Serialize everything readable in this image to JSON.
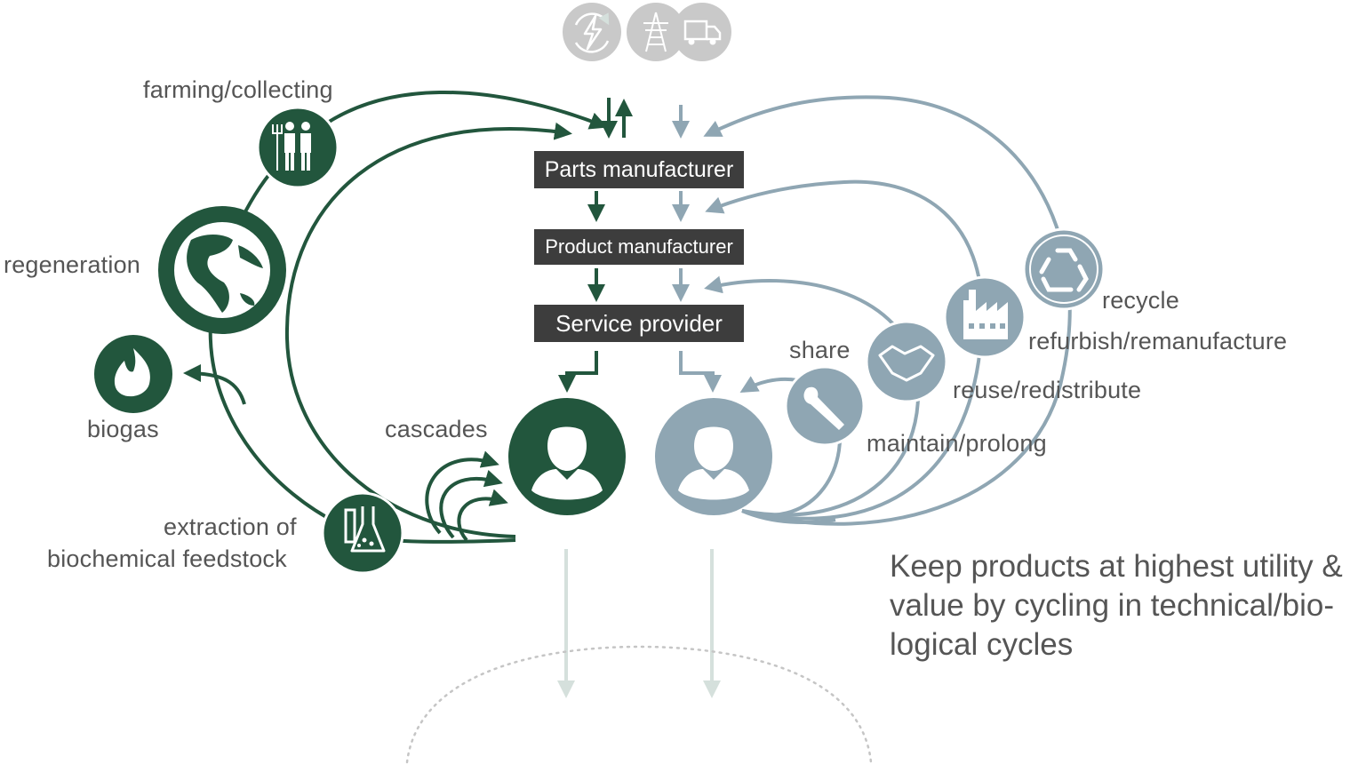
{
  "colors": {
    "bio_green": "#22563d",
    "tech_blue": "#8fa6b3",
    "light_gray": "#c9c9c9",
    "box_dark": "#3d3d3d",
    "text_gray": "#555555"
  },
  "top_icons": [
    "renewable-energy-icon",
    "power-pylon-icon",
    "delivery-truck-icon"
  ],
  "process_boxes": {
    "parts": "Parts manufacturer",
    "product": "Product manufacturer",
    "service": "Service provider"
  },
  "bio_cycle": {
    "farming": "farming/collecting",
    "regeneration": "regeneration",
    "biogas": "biogas",
    "cascades": "cascades",
    "extraction_line1": "extraction of",
    "extraction_line2": "biochemical feedstock",
    "icons": [
      "farmers-icon",
      "globe-icon",
      "flame-icon",
      "flask-icon",
      "consumer-icon"
    ]
  },
  "tech_cycle": {
    "share": "share",
    "maintain": "maintain/prolong",
    "reuse": "reuse/redistribute",
    "refurbish": "refurbish/remanufacture",
    "recycle": "recycle",
    "icons": [
      "wrench-icon",
      "handshake-icon",
      "factory-icon",
      "recycle-icon",
      "user-icon"
    ]
  },
  "caption": "Keep products at highest utility & value by cycling in technical/bio-logical cycles"
}
